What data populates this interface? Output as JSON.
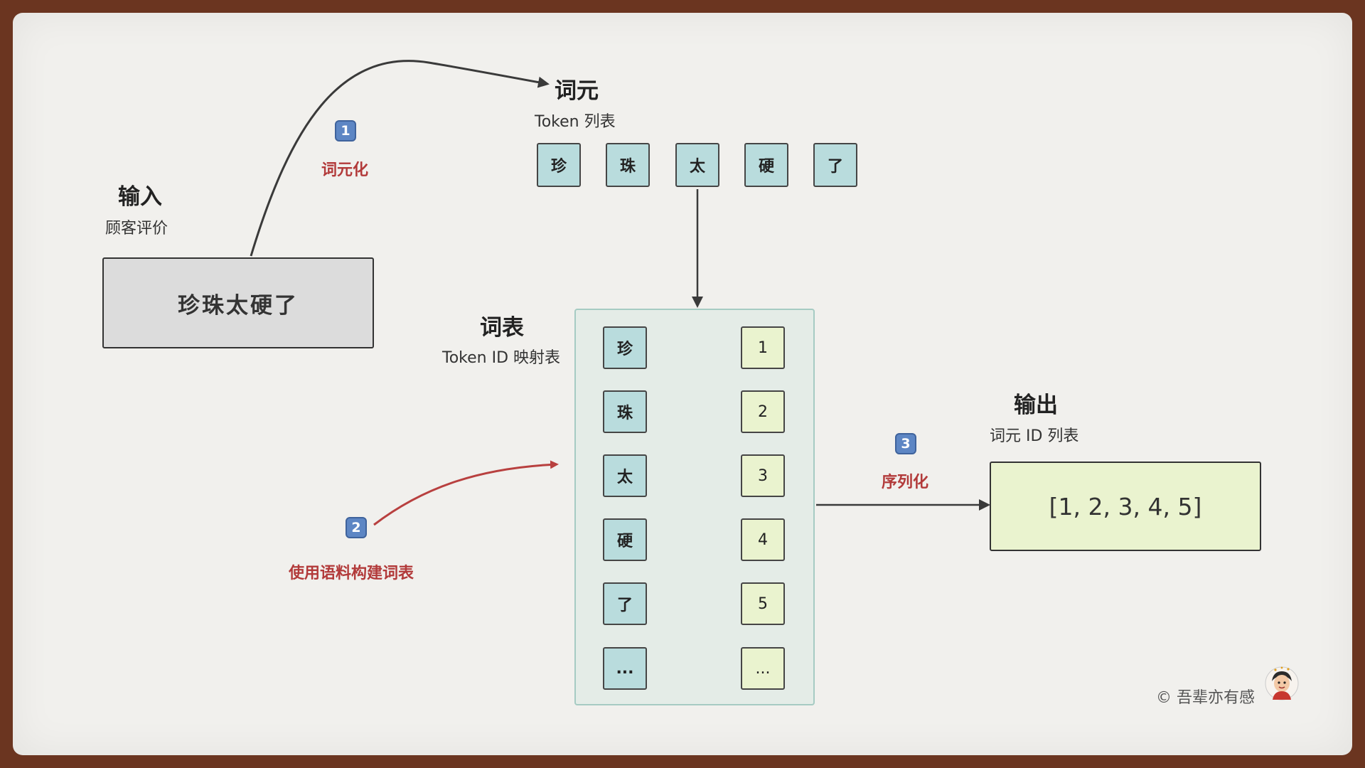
{
  "input": {
    "title": "输入",
    "subtitle": "顾客评价",
    "text": "珍珠太硬了"
  },
  "step1": {
    "badge": "1",
    "label": "词元化"
  },
  "tokens": {
    "title": "词元",
    "subtitle": "Token 列表",
    "items": [
      "珍",
      "珠",
      "太",
      "硬",
      "了"
    ]
  },
  "vocab": {
    "title": "词表",
    "subtitle": "Token ID 映射表",
    "rows": [
      {
        "token": "珍",
        "id": "1"
      },
      {
        "token": "珠",
        "id": "2"
      },
      {
        "token": "太",
        "id": "3"
      },
      {
        "token": "硬",
        "id": "4"
      },
      {
        "token": "了",
        "id": "5"
      },
      {
        "token": "...",
        "id": "..."
      }
    ]
  },
  "step2": {
    "badge": "2",
    "label": "使用语料构建词表"
  },
  "step3": {
    "badge": "3",
    "label": "序列化"
  },
  "output": {
    "title": "输出",
    "subtitle": "词元 ID 列表",
    "text": "[1, 2, 3, 4, 5]"
  },
  "footer": {
    "copyright": "© 吾辈亦有感"
  },
  "colors": {
    "frame": "#6b3520",
    "paper": "#f1f0ed",
    "token_tile": "#b9dcdd",
    "id_tile": "#eaf3cf",
    "step_label": "#b23a3a",
    "badge": "#5d86c4",
    "step2_arrow": "#b8403f"
  },
  "icons": {
    "avatar": "cartoon-avatar-icon"
  }
}
